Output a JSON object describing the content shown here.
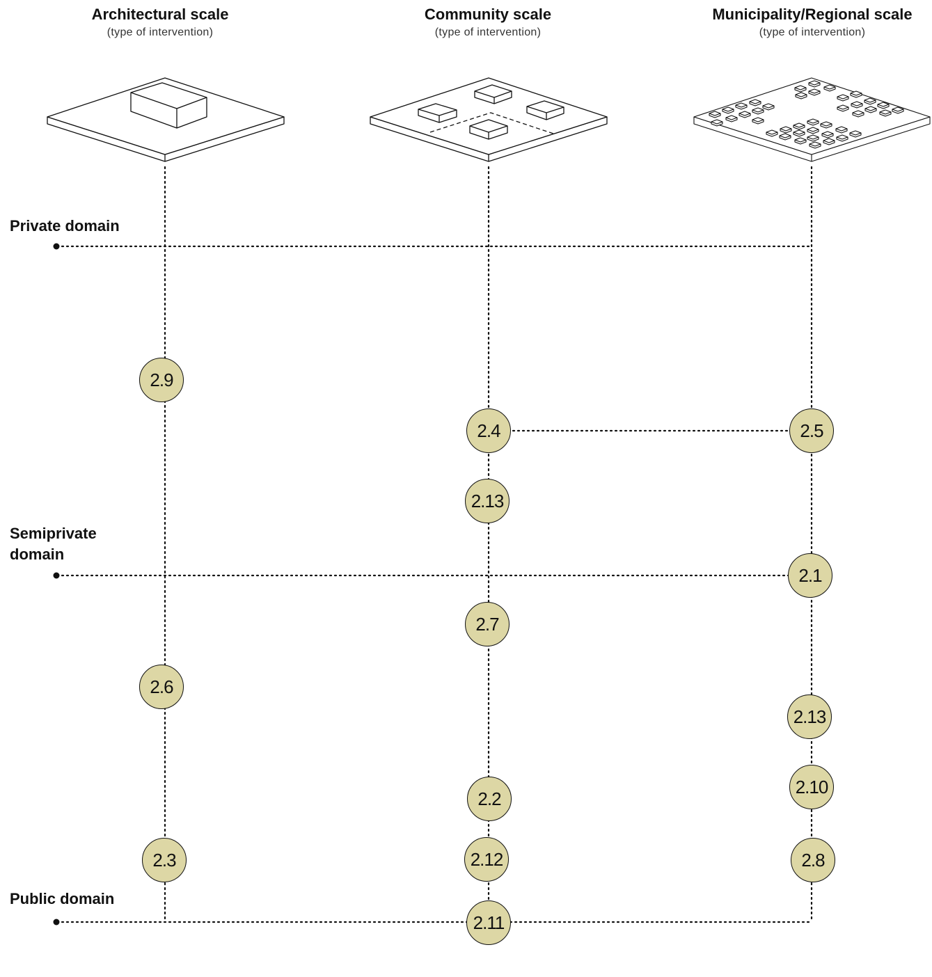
{
  "columns": [
    {
      "title": "Architectural scale",
      "subtitle": "(type of intervention)"
    },
    {
      "title": "Community scale",
      "subtitle": "(type of intervention)"
    },
    {
      "title": "Municipality/Regional scale",
      "subtitle": "(type of intervention)"
    }
  ],
  "domains": [
    {
      "label": "Private domain"
    },
    {
      "label": "Semiprivate domain"
    },
    {
      "label": "Public domain"
    }
  ],
  "nodes": {
    "architectural": [
      "2.9",
      "2.6",
      "2.3"
    ],
    "community": [
      "2.4",
      "2.13",
      "2.7",
      "2.2",
      "2.12",
      "2.11"
    ],
    "municipality": [
      "2.5",
      "2.1",
      "2.13",
      "2.10",
      "2.8"
    ]
  },
  "colors": {
    "node_fill": "#ddd7a5",
    "line": "#111111"
  }
}
